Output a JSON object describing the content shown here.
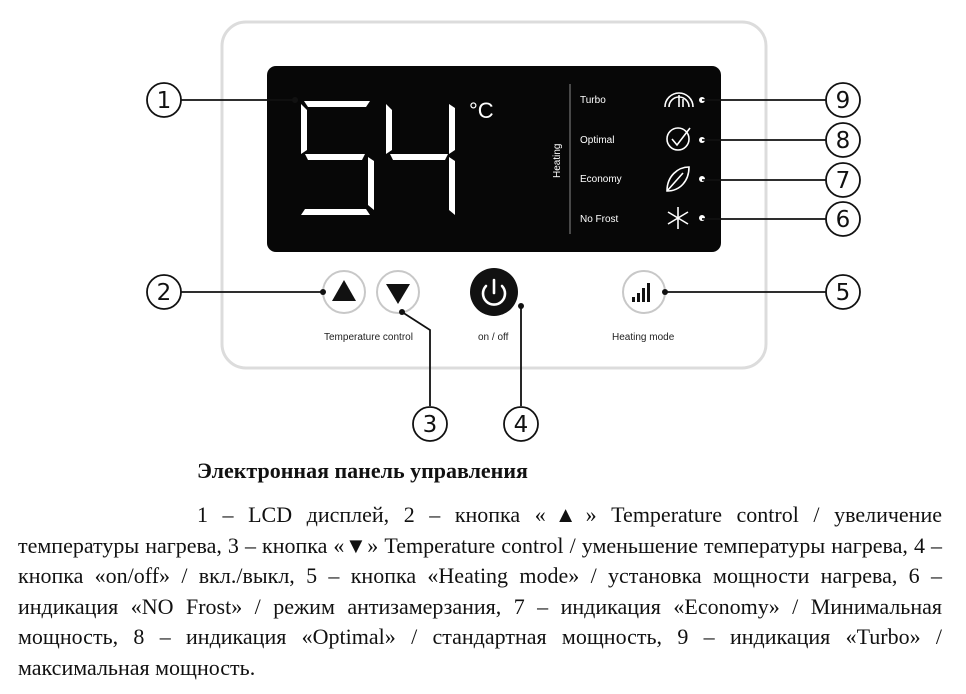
{
  "display": {
    "temperature": "54",
    "unit": "°C",
    "heating_label": "Heating",
    "indicators": [
      {
        "label": "Turbo",
        "icon": "turbo-gauge-icon"
      },
      {
        "label": "Optimal",
        "icon": "check-circle-icon"
      },
      {
        "label": "Economy",
        "icon": "leaf-icon"
      },
      {
        "label": "No Frost",
        "icon": "snowflake-icon"
      }
    ]
  },
  "controls": {
    "temperature_control_label": "Temperature control",
    "onoff_label": "on / off",
    "heating_mode_label": "Heating mode"
  },
  "callouts": [
    "1",
    "2",
    "3",
    "4",
    "5",
    "6",
    "7",
    "8",
    "9"
  ],
  "caption": {
    "title": "Электронная панель управления",
    "body": "1 – LCD дисплей, 2 – кнопка «▲» Temperature control / увеличение температуры нагрева, 3 – кнопка «▼» Temperature control / уменьшение температуры нагрева, 4 – кнопка «on/off» / вкл./выкл, 5 – кнопка «Heating mode» / установка мощности нагрева, 6 – индикация «NO Frost» / режим антизамерзания, 7 – индикация «Economy» / Минимальная мощность, 8 – индикация «Optimal» / стандартная мощность, 9 – индикация «Turbo» / максимальная мощность."
  },
  "colors": {
    "lcd_background": "#070707",
    "panel_border": "#dcdcdc",
    "button_border": "#c8c8c8",
    "power_button": "#111111"
  }
}
